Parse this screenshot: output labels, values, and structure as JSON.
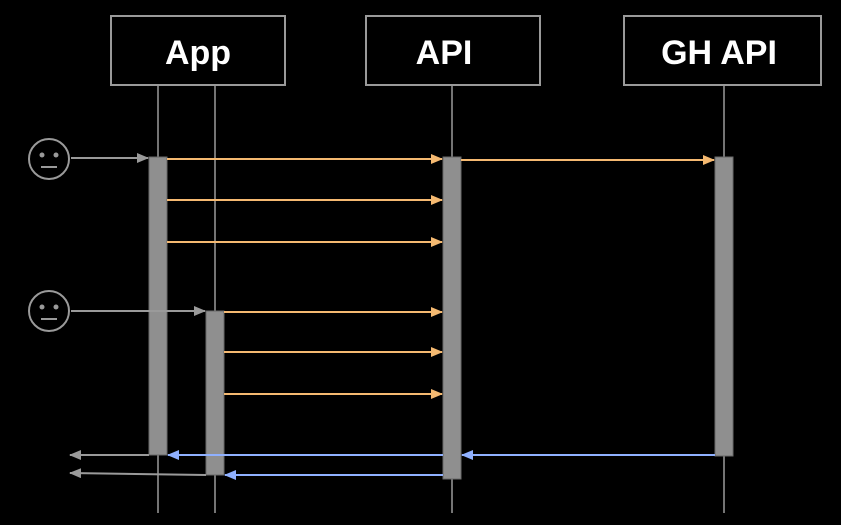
{
  "participants": [
    {
      "id": "app",
      "label": "App"
    },
    {
      "id": "api",
      "label": "API"
    },
    {
      "id": "gh",
      "label": "GH API"
    }
  ],
  "actors": [
    {
      "id": "user-1",
      "icon": "neutral-face-icon"
    },
    {
      "id": "user-2",
      "icon": "neutral-face-icon"
    }
  ],
  "colors": {
    "background": "#000000",
    "box_border": "#9a9a9a",
    "lifeline": "#9a9a9a",
    "activation": "#8f8f8f",
    "request_arrow": "#f5b971",
    "response_arrow": "#8fb0ff",
    "user_arrow": "#9a9a9a"
  },
  "messages": [
    {
      "from": "user-1",
      "to": "app",
      "kind": "user"
    },
    {
      "from": "app",
      "to": "api",
      "kind": "request"
    },
    {
      "from": "api",
      "to": "gh",
      "kind": "request"
    },
    {
      "from": "app",
      "to": "api",
      "kind": "request"
    },
    {
      "from": "app",
      "to": "api",
      "kind": "request"
    },
    {
      "from": "user-2",
      "to": "app",
      "kind": "user"
    },
    {
      "from": "app",
      "to": "api",
      "kind": "request"
    },
    {
      "from": "app",
      "to": "api",
      "kind": "request"
    },
    {
      "from": "app",
      "to": "api",
      "kind": "request"
    },
    {
      "from": "gh",
      "to": "api",
      "kind": "response"
    },
    {
      "from": "api",
      "to": "app",
      "kind": "response"
    },
    {
      "from": "app",
      "to": "user-1",
      "kind": "user"
    },
    {
      "from": "api",
      "to": "app",
      "kind": "response"
    },
    {
      "from": "app",
      "to": "user-2",
      "kind": "user"
    }
  ]
}
